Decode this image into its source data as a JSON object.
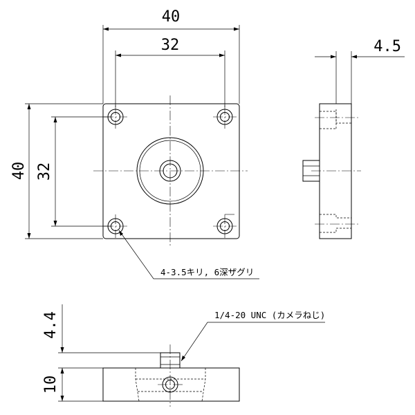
{
  "dimensions": {
    "top_width": "40",
    "top_hole_pitch": "32",
    "side_height": "40",
    "side_hole_pitch": "32",
    "side_view_thickness": "4.5",
    "bottom_screw_height": "4.4",
    "bottom_plate_height": "10"
  },
  "notes": {
    "hole_callout": "4-3.5キリ, 6深ザグリ",
    "thread_callout": "1/4-20 UNC (カメラねじ)"
  }
}
